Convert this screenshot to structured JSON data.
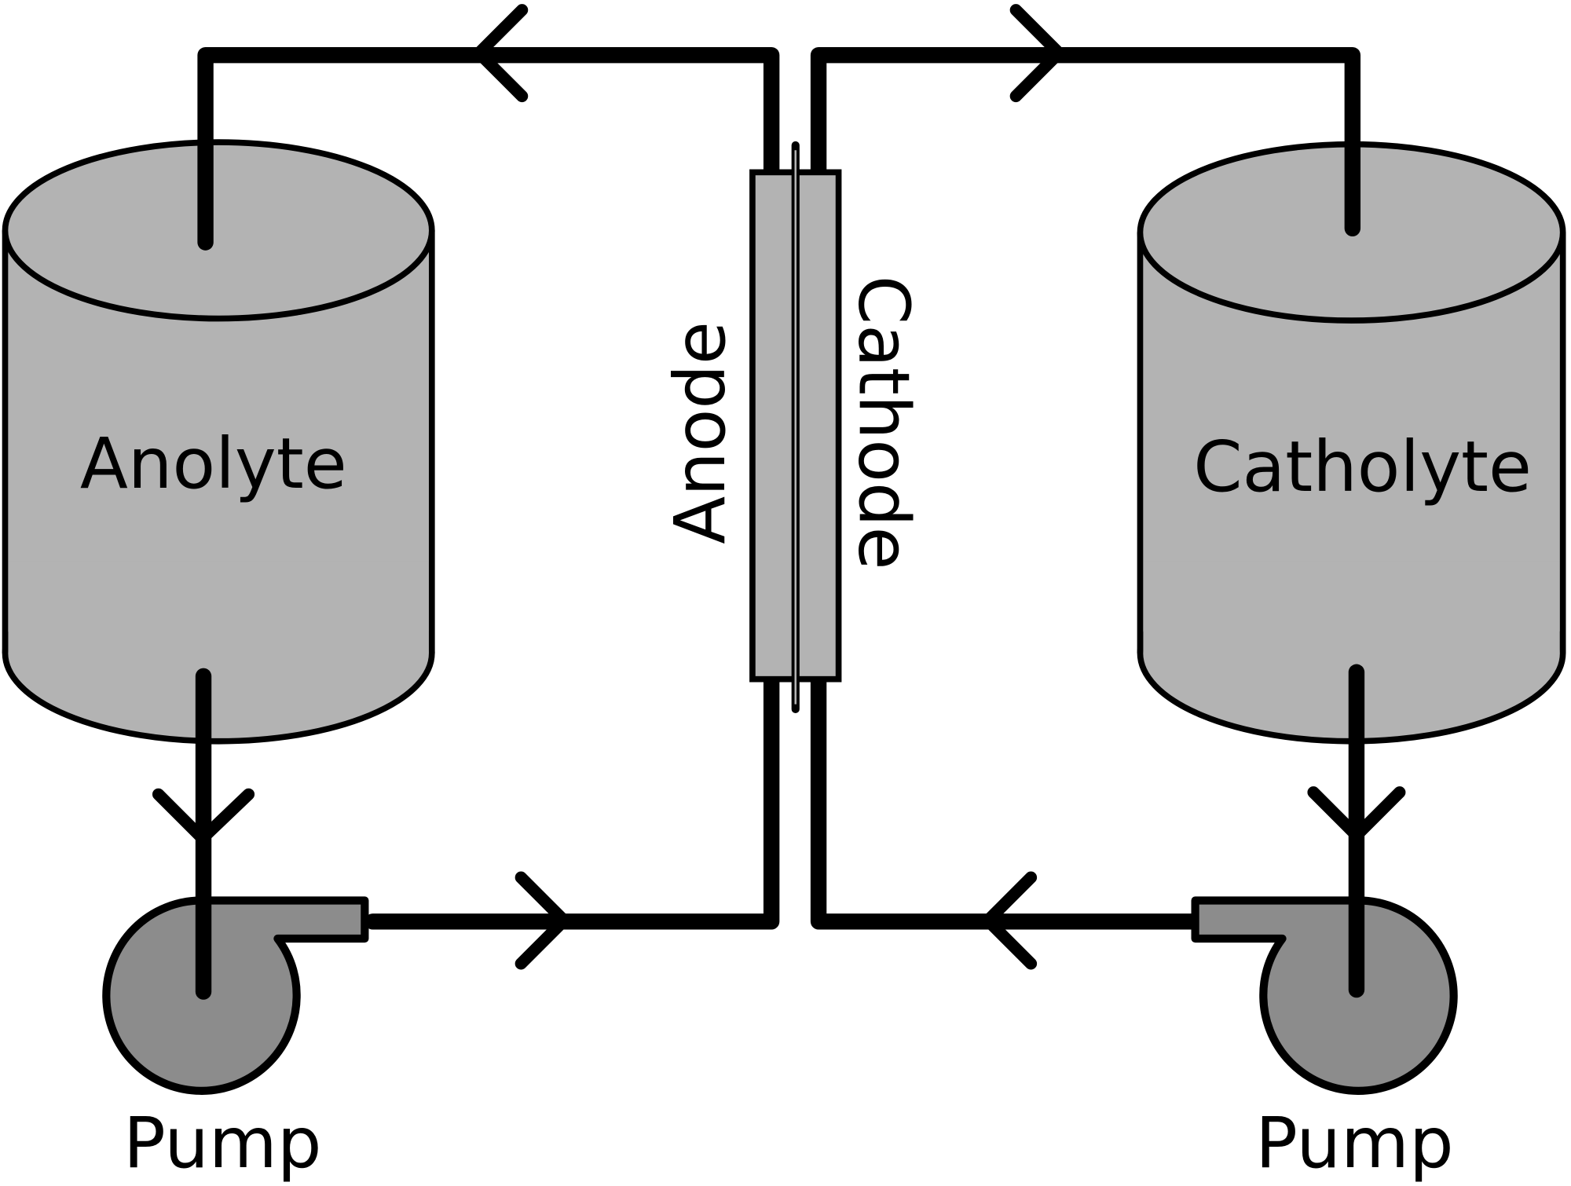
{
  "labels": {
    "anolyte": "Anolyte",
    "catholyte": "Catholyte",
    "anode": "Anode",
    "cathode": "Cathode",
    "pump_left": "Pump",
    "pump_right": "Pump"
  },
  "colors": {
    "tank_fill": "#b3b3b3",
    "pump_fill": "#8c8c8c",
    "line": "#000000"
  }
}
